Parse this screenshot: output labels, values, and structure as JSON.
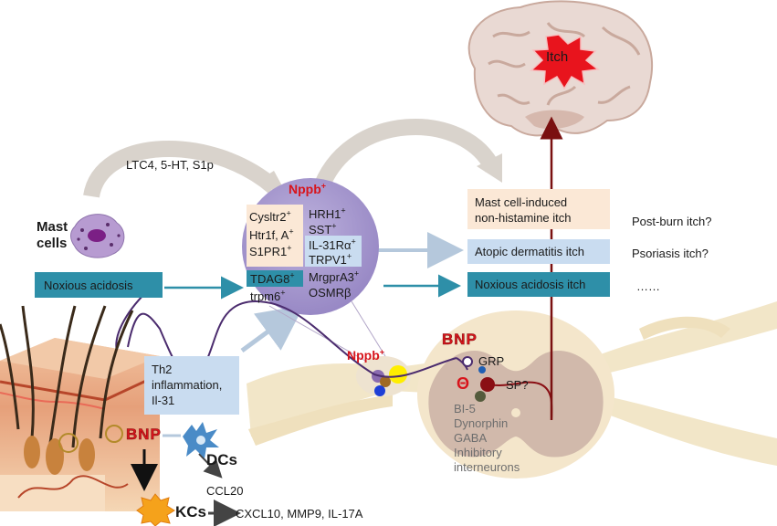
{
  "brain": {
    "itch_label": "Itch"
  },
  "upstream_mediators": {
    "label": "LTC4, 5-HT, S1p"
  },
  "mast_cells": {
    "label_line1": "Mast",
    "label_line2": "cells"
  },
  "noxious_acidosis": {
    "label": "Noxious acidosis"
  },
  "neuron": {
    "title": "Nppb",
    "title_sup": "+",
    "left_receptors": [
      {
        "text": "Cysltr2",
        "sup": "+"
      },
      {
        "text": "Htr1f, A",
        "sup": "+"
      },
      {
        "text": "S1PR1",
        "sup": "+"
      }
    ],
    "tdag8": {
      "text": "TDAG8",
      "sup": "+"
    },
    "trpm6": {
      "text": "trpm6",
      "sup": "+"
    },
    "right_receptors_top": [
      {
        "text": "HRH1",
        "sup": "+"
      },
      {
        "text": "SST",
        "sup": "+"
      }
    ],
    "right_receptors_mid": [
      {
        "text": "IL-31Rα",
        "sup": "+"
      },
      {
        "text": "TRPV1",
        "sup": "+"
      }
    ],
    "right_receptors_bottom": [
      {
        "text": "MrgprA3",
        "sup": "+"
      },
      {
        "text": "OSMRβ",
        "sup": ""
      }
    ]
  },
  "itch_types": {
    "mast_cell_line1": "Mast cell-induced",
    "mast_cell_line2": "non-histamine itch",
    "atopic": "Atopic dermatitis itch",
    "noxious": "Noxious acidosis itch"
  },
  "other_itch": {
    "post_burn": "Post-burn itch?",
    "psoriasis": "Psoriasis itch?",
    "ellipsis": "……"
  },
  "th2": {
    "line1": "Th2",
    "line2": "inflammation,",
    "line3": "Il-31"
  },
  "drg": {
    "label": "Nppb",
    "sup": "+"
  },
  "spinal_cord": {
    "bnp": "BNP",
    "grp": "GRP",
    "theta": "Θ",
    "sp": "SP?",
    "inhibitory": [
      "BI-5",
      "Dynorphin",
      "GABA",
      "Inhibitory",
      "interneurons"
    ]
  },
  "skin": {
    "bnp": "BNP",
    "dcs": "DCs",
    "ccl20": "CCL20",
    "kcs": "KCs",
    "kc_outputs": "CXCL10, MMP9, IL-17A"
  },
  "colors": {
    "teal": "#2e8fa8",
    "light_blue": "#c9dcf0",
    "peach": "#fbe8d6",
    "purple_circle": "#a99bcf",
    "red": "#d8141b",
    "dark_red": "#7a1010",
    "nerve_tan": "#f2e6c8"
  }
}
